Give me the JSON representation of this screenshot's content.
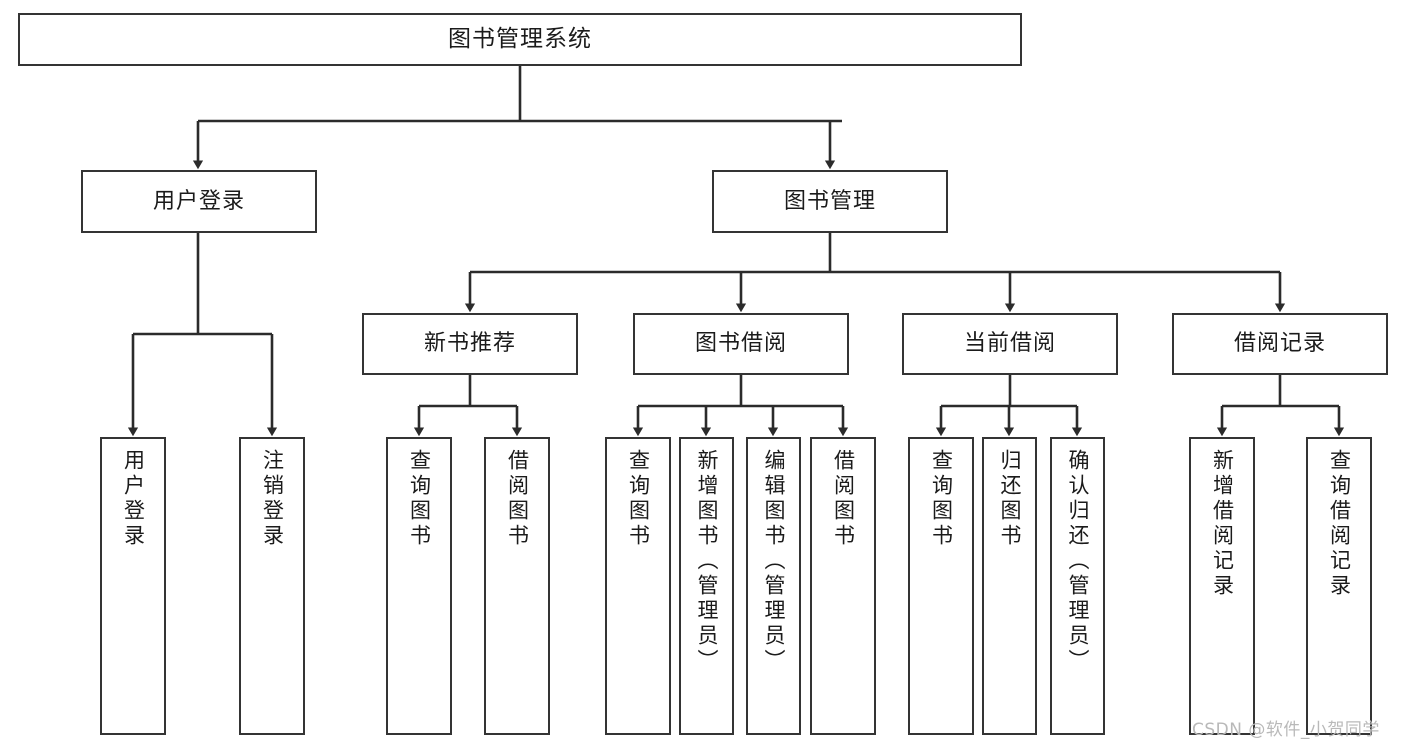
{
  "diagram": {
    "title": "图书管理系统",
    "type": "tree",
    "orientation": "top-down",
    "colors": {
      "box_border": "#343434",
      "box_fill": "#ffffff",
      "edge": "#2b2b2b",
      "text": "#1b1b1b",
      "watermark": "#b9b9b9",
      "background": "#ffffff"
    }
  },
  "nodes": {
    "root": {
      "label": "图书管理系统",
      "level": 0
    },
    "level1": [
      {
        "id": "user-login",
        "label": "用户登录"
      },
      {
        "id": "book-management",
        "label": "图书管理"
      }
    ],
    "level2": [
      {
        "id": "new-book-recommend",
        "label": "新书推荐",
        "parent": "book-management"
      },
      {
        "id": "book-borrow",
        "label": "图书借阅",
        "parent": "book-management"
      },
      {
        "id": "current-borrow",
        "label": "当前借阅",
        "parent": "book-management"
      },
      {
        "id": "borrow-record",
        "label": "借阅记录",
        "parent": "book-management"
      }
    ],
    "leaves": [
      {
        "id": "leaf-user-login",
        "label": "用户登录",
        "parent": "user-login"
      },
      {
        "id": "leaf-logout",
        "label": "注销登录",
        "parent": "user-login"
      },
      {
        "id": "leaf-query-book-1",
        "label": "查询图书",
        "parent": "new-book-recommend"
      },
      {
        "id": "leaf-borrow-book-1",
        "label": "借阅图书",
        "parent": "new-book-recommend"
      },
      {
        "id": "leaf-query-book-2",
        "label": "查询图书",
        "parent": "book-borrow"
      },
      {
        "id": "leaf-add-book",
        "label": "新增图书（管理员）",
        "parent": "book-borrow"
      },
      {
        "id": "leaf-edit-book",
        "label": "编辑图书（管理员）",
        "parent": "book-borrow"
      },
      {
        "id": "leaf-borrow-book-2",
        "label": "借阅图书",
        "parent": "book-borrow"
      },
      {
        "id": "leaf-query-book-3",
        "label": "查询图书",
        "parent": "current-borrow"
      },
      {
        "id": "leaf-return-book",
        "label": "归还图书",
        "parent": "current-borrow"
      },
      {
        "id": "leaf-confirm-return",
        "label": "确认归还（管理员）",
        "parent": "current-borrow"
      },
      {
        "id": "leaf-add-record",
        "label": "新增借阅记录",
        "parent": "borrow-record"
      },
      {
        "id": "leaf-query-record",
        "label": "查询借阅记录",
        "parent": "borrow-record"
      }
    ]
  },
  "watermark": {
    "text": "CSDN @软件_小贺同学"
  }
}
